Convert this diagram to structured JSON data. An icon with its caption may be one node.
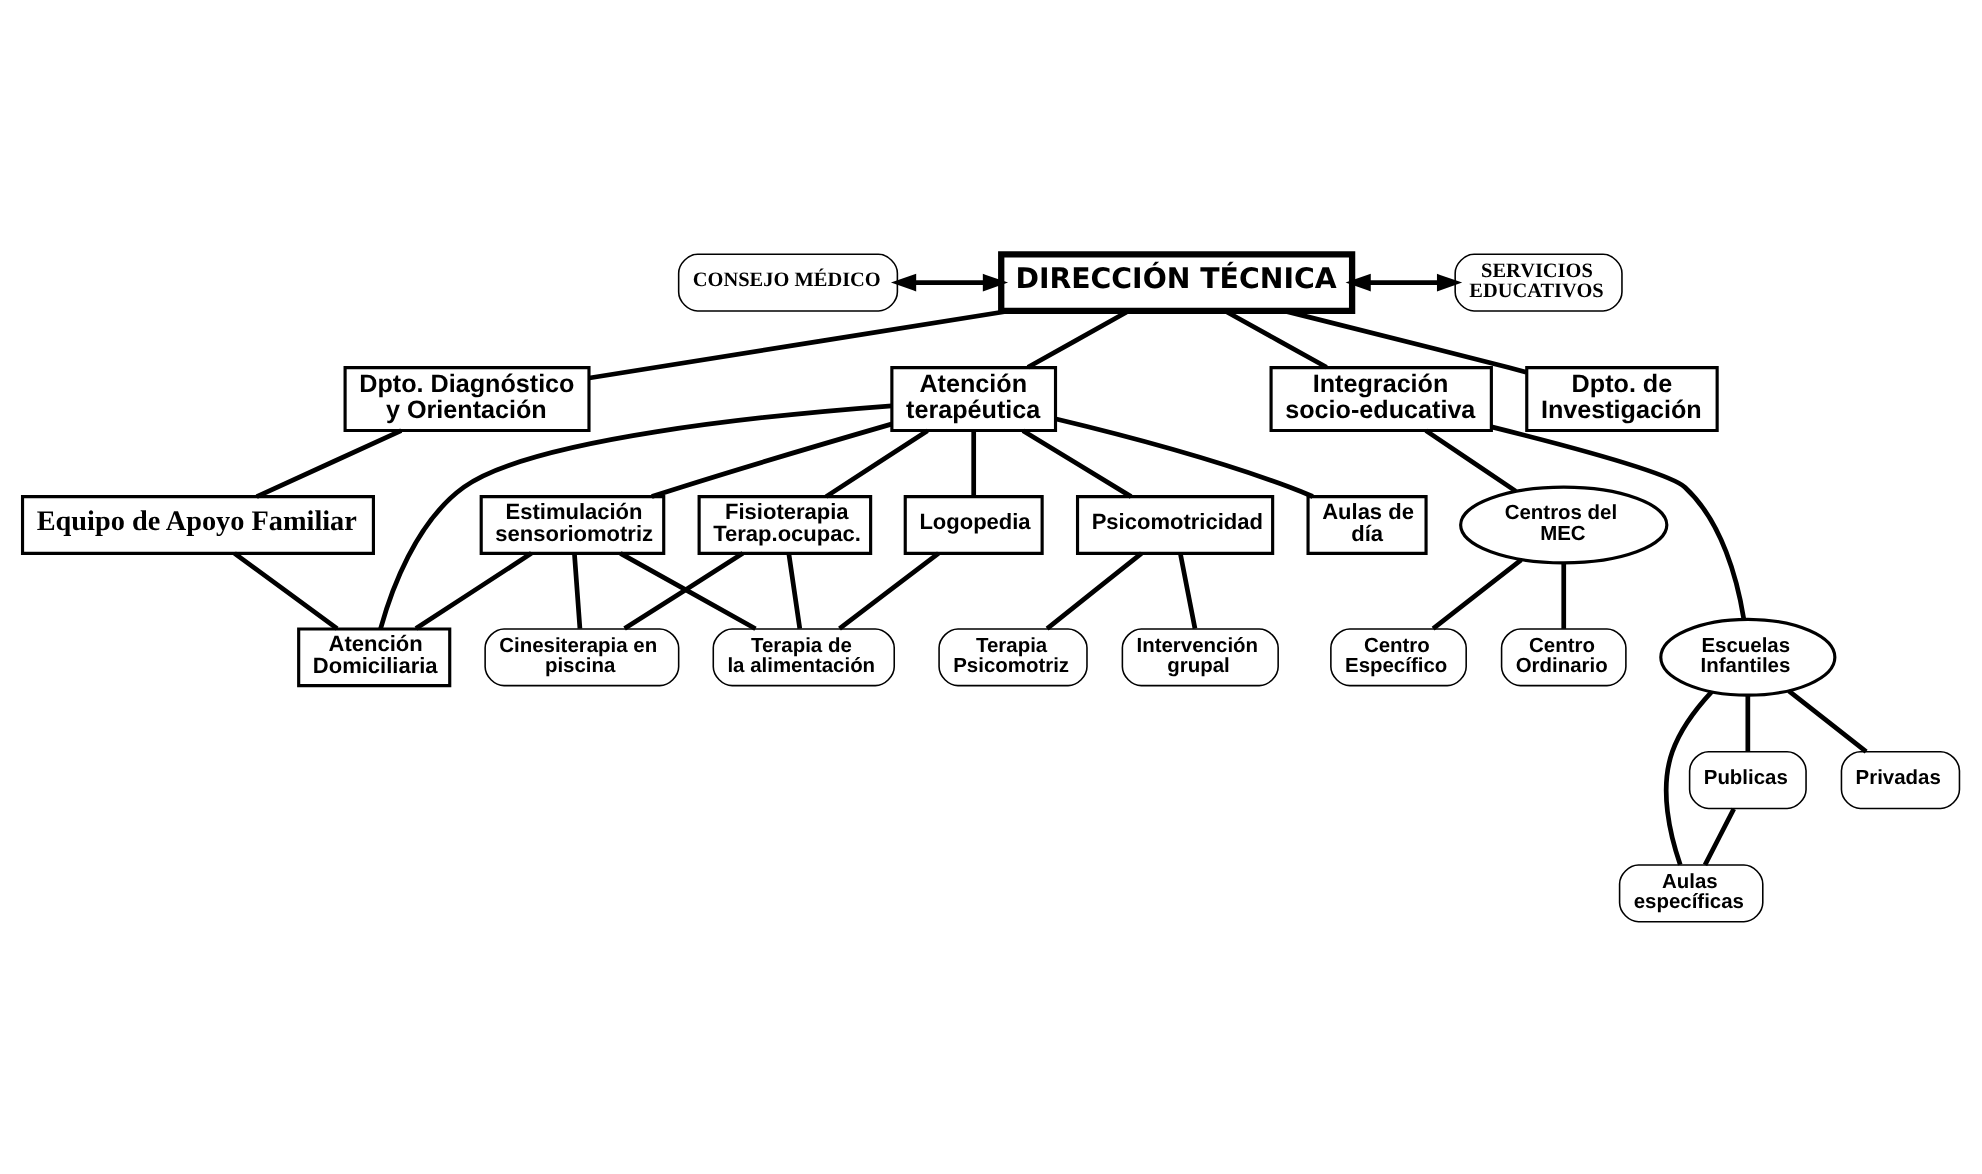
{
  "diagram": {
    "nodes": [
      {
        "text": [
          "DIRECCIÓN TÉCNICA"
        ]
      },
      {
        "text": [
          "CONSEJO MÉDICO"
        ]
      },
      {
        "text": [
          "SERVICIOS EDUCATIVOS"
        ]
      },
      {
        "text": [
          "Dpto. Diagnóstico y Orientación"
        ]
      },
      {
        "text": [
          "Atención terapéutica"
        ]
      },
      {
        "text": [
          "Integración socio-educativa"
        ]
      },
      {
        "text": [
          "Dpto. de Investigación"
        ]
      },
      {
        "text": [
          "Equipo de Apoyo Familiar"
        ]
      },
      {
        "text": [
          "Estimulación sensoriomotriz"
        ]
      },
      {
        "text": [
          "Fisioterapia Terap.ocupac."
        ]
      },
      {
        "text": [
          "Logopedia"
        ]
      },
      {
        "text": [
          "Psicomotricidad"
        ]
      },
      {
        "text": [
          "Aulas de día"
        ]
      },
      {
        "text": [
          "Centros del MEC"
        ]
      },
      {
        "text": [
          "Intervención grupal"
        ]
      },
      {
        "text": [
          "Escuelas Infantiles"
        ]
      },
      {
        "text": [
          "Centro Ordinario"
        ]
      },
      {
        "text": [
          "Atención Domiciliaria"
        ]
      },
      {
        "text": [
          "Cinesiterapia en piscina"
        ]
      },
      {
        "text": [
          "Terapia de la alimentación"
        ]
      },
      {
        "text": [
          "Terapia Psicomotriz"
        ]
      },
      {
        "text": [
          "Centro Específico"
        ]
      },
      {
        "text": [
          "Publicas"
        ]
      },
      {
        "text": [
          "Privadas"
        ]
      },
      {
        "text": [
          "Aulas específicas"
        ]
      }
    ],
    "edges": [
      {
        "from": 1,
        "to": 0,
        "arrow": "both"
      },
      {
        "from": 0,
        "to": 2,
        "arrow": "both"
      },
      {
        "from": 0,
        "to": 3,
        "arrow": "none"
      },
      {
        "from": 0,
        "to": 4,
        "arrow": "none"
      },
      {
        "from": 0,
        "to": 5,
        "arrow": "none"
      },
      {
        "from": 0,
        "to": 6,
        "arrow": "none"
      },
      {
        "from": 3,
        "to": 7,
        "arrow": "none"
      },
      {
        "from": 7,
        "to": 17,
        "arrow": "none"
      },
      {
        "from": 4,
        "to": 17,
        "arrow": "none"
      },
      {
        "from": 4,
        "to": 8,
        "arrow": "none"
      },
      {
        "from": 4,
        "to": 9,
        "arrow": "none"
      },
      {
        "from": 4,
        "to": 10,
        "arrow": "none"
      },
      {
        "from": 4,
        "to": 11,
        "arrow": "none"
      },
      {
        "from": 4,
        "to": 12,
        "arrow": "none"
      },
      {
        "from": 8,
        "to": 17,
        "arrow": "none"
      },
      {
        "from": 8,
        "to": 18,
        "arrow": "none"
      },
      {
        "from": 8,
        "to": 19,
        "arrow": "none"
      },
      {
        "from": 9,
        "to": 18,
        "arrow": "none"
      },
      {
        "from": 9,
        "to": 19,
        "arrow": "none"
      },
      {
        "from": 10,
        "to": 19,
        "arrow": "none"
      },
      {
        "from": 11,
        "to": 20,
        "arrow": "none"
      },
      {
        "from": 11,
        "to": 14,
        "arrow": "none"
      },
      {
        "from": 5,
        "to": 15,
        "arrow": "none"
      },
      {
        "from": 5,
        "to": 13,
        "arrow": "none"
      },
      {
        "from": 13,
        "to": 16,
        "arrow": "none"
      },
      {
        "from": 13,
        "to": 21,
        "arrow": "none"
      },
      {
        "from": 15,
        "to": 22,
        "arrow": "none"
      },
      {
        "from": 15,
        "to": 24,
        "arrow": "none"
      },
      {
        "from": 15,
        "to": 23,
        "arrow": "none"
      },
      {
        "from": 22,
        "to": 24,
        "arrow": "none"
      }
    ]
  }
}
